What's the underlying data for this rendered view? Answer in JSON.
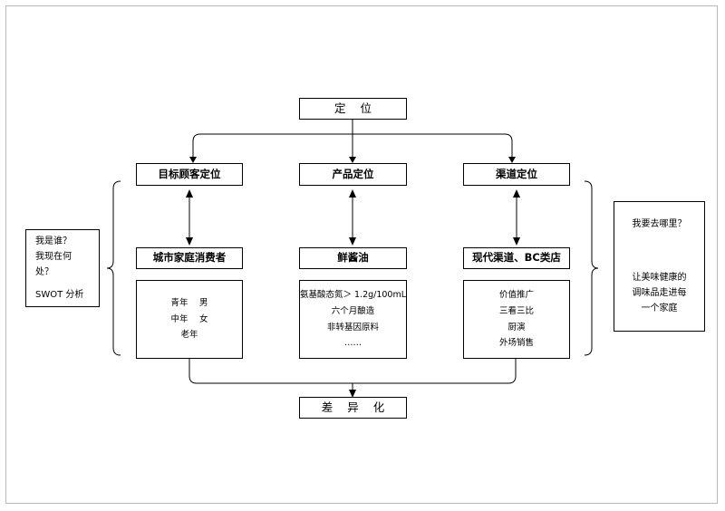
{
  "diagram": {
    "title_box": {
      "label": "定 位"
    },
    "bottom_box": {
      "label": "差 异 化"
    },
    "columns": [
      {
        "header": "目标顾客定位",
        "subject": "城市家庭消费者",
        "details": [
          "青年　 男",
          "中年　 女",
          "老年"
        ]
      },
      {
        "header": "产品定位",
        "subject": "鲜酱油",
        "details": [
          "氨基酸态氮＞ 1.2g/100mL",
          "六个月酿造",
          "非转基因原料",
          "……"
        ]
      },
      {
        "header": "渠道定位",
        "subject": "现代渠道、BC类店",
        "details": [
          "价值推广",
          "三看三比",
          "厨演",
          "外场销售"
        ]
      }
    ],
    "left_note": {
      "lines": [
        "我是谁？",
        "我现在何",
        "处？"
      ],
      "footer": "SWOT 分析"
    },
    "right_note": {
      "header": "我要去哪里？",
      "lines": [
        "让美味健康的",
        "调味品走进每",
        "一个家庭"
      ]
    }
  },
  "colors": {
    "stroke": "#000000",
    "frame": "#b9b9b9",
    "background": "#ffffff"
  }
}
